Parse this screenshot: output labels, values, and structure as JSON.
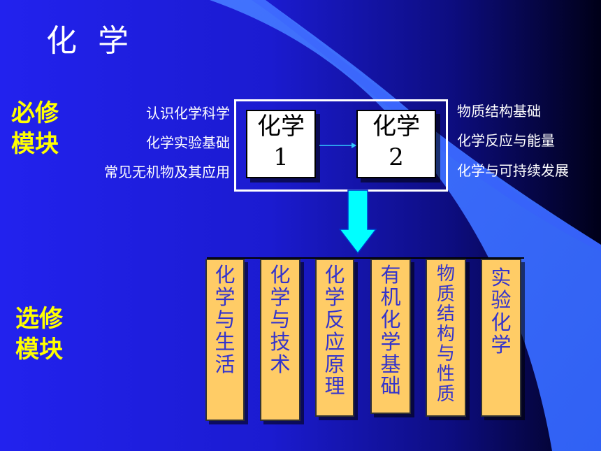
{
  "slide": {
    "title": "化 学",
    "required_label": [
      "必修",
      "模块"
    ],
    "elective_label": [
      "选修",
      "模块"
    ]
  },
  "required_topics_left": [
    "认识化学科学",
    "化学实验基础",
    "常见无机物及其应用"
  ],
  "required_topics_right": [
    "物质结构基础",
    "化学反应与能量",
    "化学与可持续发展"
  ],
  "core_modules": [
    {
      "name": "化学",
      "number": "1"
    },
    {
      "name": "化学",
      "number": "2"
    }
  ],
  "elective_modules": [
    "化学与生活",
    "化学与技术",
    "化学反应原理",
    "有机化学基础",
    "物质结构与性质",
    "实验化学"
  ],
  "colors": {
    "background_blue": "#2222ee",
    "section_label": "#ffff00",
    "module_fill": "#ffcc66",
    "module_text": "#3333cc",
    "arrow": "#00ffff"
  }
}
